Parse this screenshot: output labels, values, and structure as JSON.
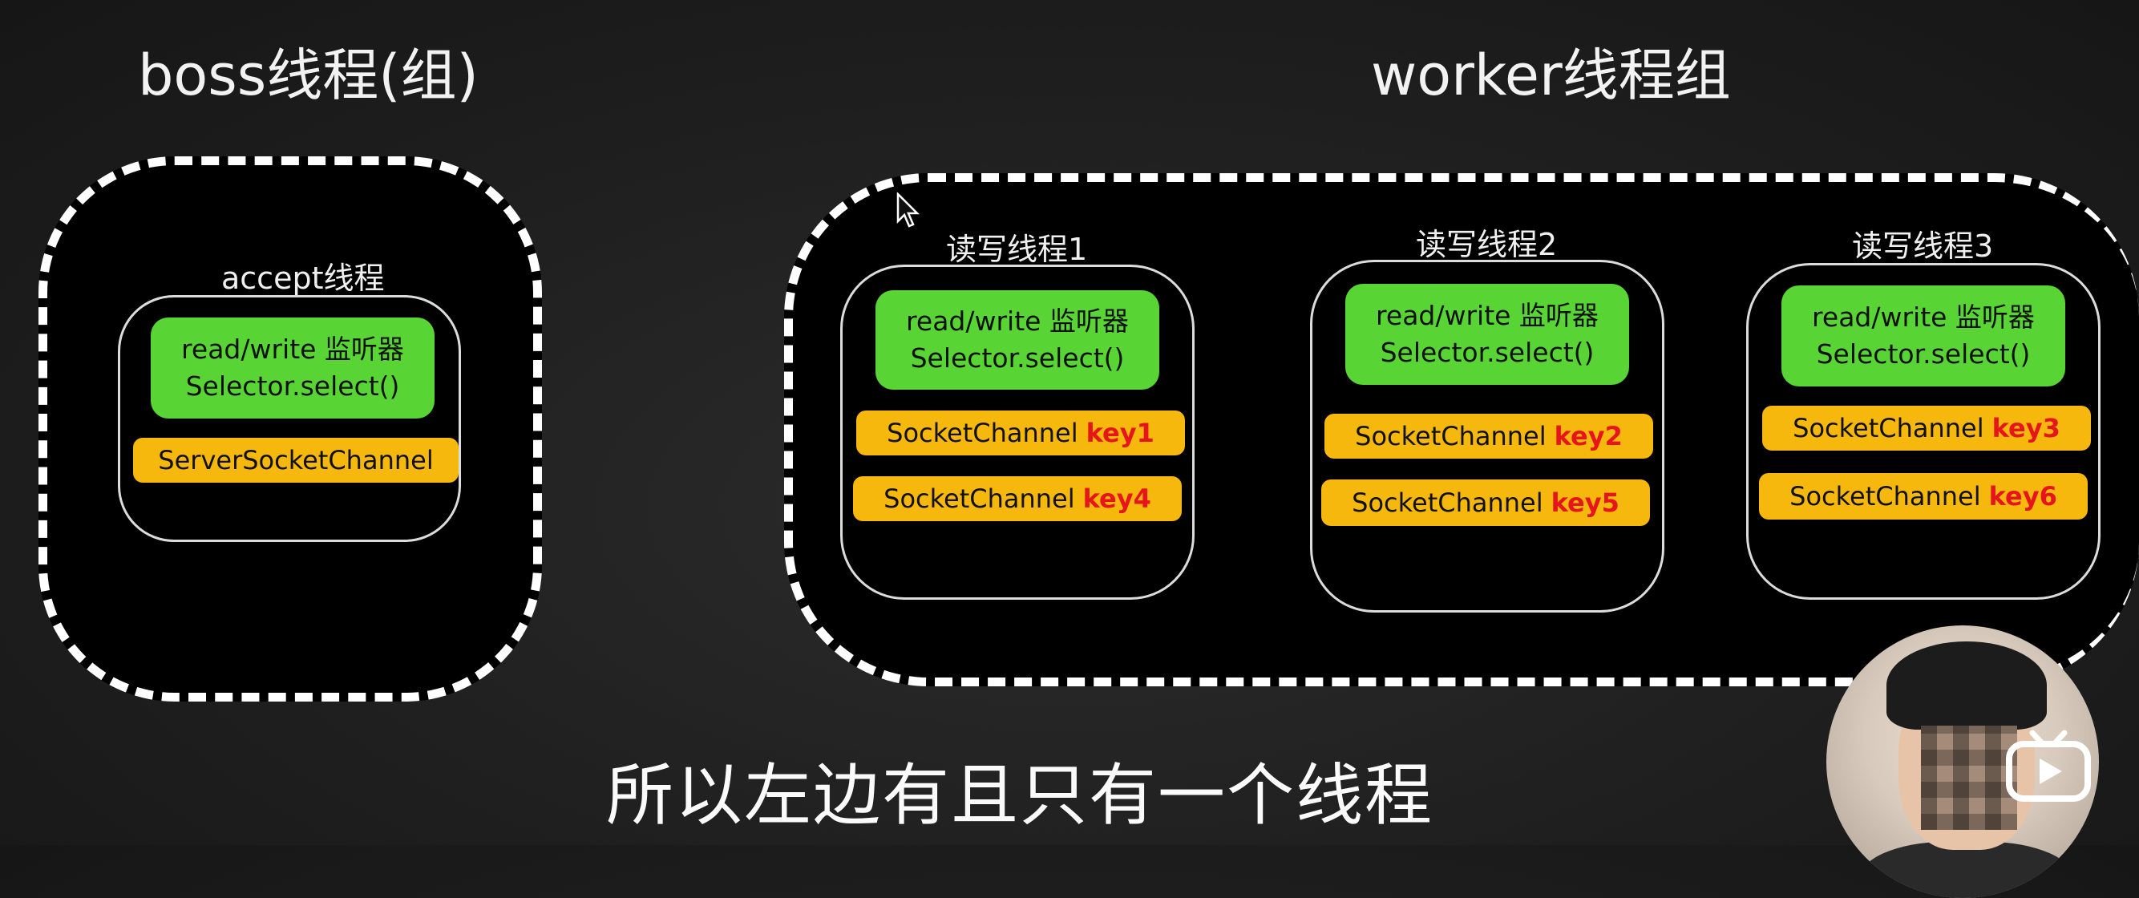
{
  "headings": {
    "boss": "boss线程(组)",
    "worker": "worker线程组"
  },
  "boss_thread": {
    "label": "accept线程",
    "green_line1": "read/write 监听器",
    "green_line2": "Selector.select()",
    "channel": "ServerSocketChannel"
  },
  "workers": [
    {
      "label": "读写线程1",
      "green_line1": "read/write 监听器",
      "green_line2": "Selector.select()",
      "channels": [
        {
          "text": "SocketChannel",
          "key": "key1"
        },
        {
          "text": "SocketChannel",
          "key": "key4"
        }
      ]
    },
    {
      "label": "读写线程2",
      "green_line1": "read/write 监听器",
      "green_line2": "Selector.select()",
      "channels": [
        {
          "text": "SocketChannel",
          "key": "key2"
        },
        {
          "text": "SocketChannel",
          "key": "key5"
        }
      ]
    },
    {
      "label": "读写线程3",
      "green_line1": "read/write 监听器",
      "green_line2": "Selector.select()",
      "channels": [
        {
          "text": "SocketChannel",
          "key": "key3"
        },
        {
          "text": "SocketChannel",
          "key": "key6"
        }
      ]
    }
  ],
  "subtitle": "所以左边有且只有一个线程",
  "colors": {
    "green": "#58d435",
    "orange": "#f6b80d",
    "key_red": "#e8141c"
  },
  "icons": [
    "cursor-icon",
    "video-play-icon",
    "presenter-avatar"
  ]
}
